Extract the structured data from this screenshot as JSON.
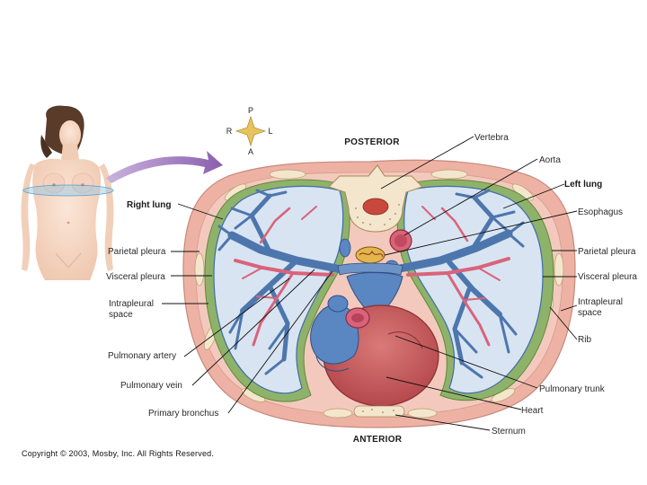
{
  "compass": {
    "posterior": "P",
    "anterior": "A",
    "right": "R",
    "left": "L"
  },
  "orientation": {
    "top": "POSTERIOR",
    "bottom": "ANTERIOR"
  },
  "labels": {
    "vertebra": "Vertebra",
    "aorta": "Aorta",
    "left_lung": "Left lung",
    "right_lung": "Right lung",
    "esophagus": "Esophagus",
    "parietal_pleura_left": "Parietal pleura",
    "parietal_pleura_right": "Parietal pleura",
    "visceral_pleura_left": "Visceral pleura",
    "visceral_pleura_right": "Visceral pleura",
    "intrapleural_space_left_1": "Intrapleural",
    "intrapleural_space_left_2": "space",
    "intrapleural_space_right_1": "Intrapleural",
    "intrapleural_space_right_2": "space",
    "rib": "Rib",
    "pulmonary_artery": "Pulmonary artery",
    "pulmonary_vein": "Pulmonary vein",
    "primary_bronchus": "Primary bronchus",
    "pulmonary_trunk": "Pulmonary trunk",
    "heart": "Heart",
    "sternum": "Sternum"
  },
  "copyright": "Copyright © 2003, Mosby, Inc. All Rights Reserved.",
  "colors": {
    "body_wall": "#eeb2a4",
    "pleura_green": "#8fb26a",
    "lung_fill": "#d8e4f2",
    "airway_blue": "#4d76ad",
    "artery_pink": "#d9637a",
    "heart_red": "#c45c5e",
    "bone": "#f3e6cc",
    "arrow_purple": "#9b72b8"
  }
}
